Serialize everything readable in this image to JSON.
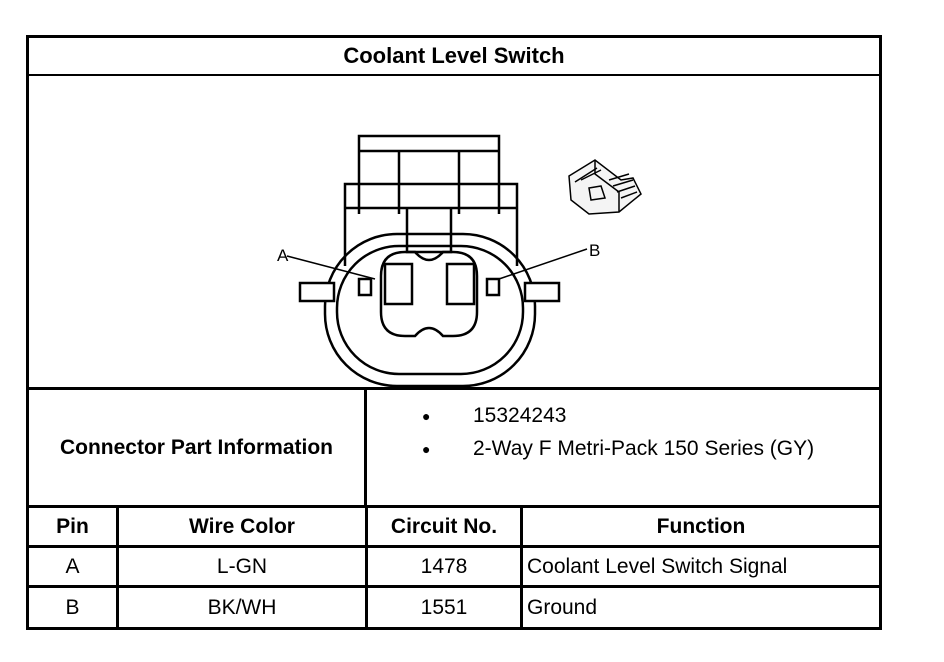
{
  "title": "Coolant Level Switch",
  "diagram": {
    "pin_label_a": "A",
    "pin_label_b": "B",
    "connector_icon": "connector-3d-icon"
  },
  "connector_info": {
    "label": "Connector Part Information",
    "items": [
      "15324243",
      "2-Way F Metri-Pack 150 Series (GY)"
    ]
  },
  "table": {
    "headers": [
      "Pin",
      "Wire Color",
      "Circuit No.",
      "Function"
    ],
    "rows": [
      [
        "A",
        "L-GN",
        "1478",
        "Coolant Level Switch Signal"
      ],
      [
        "B",
        "BK/WH",
        "1551",
        "Ground"
      ]
    ]
  }
}
